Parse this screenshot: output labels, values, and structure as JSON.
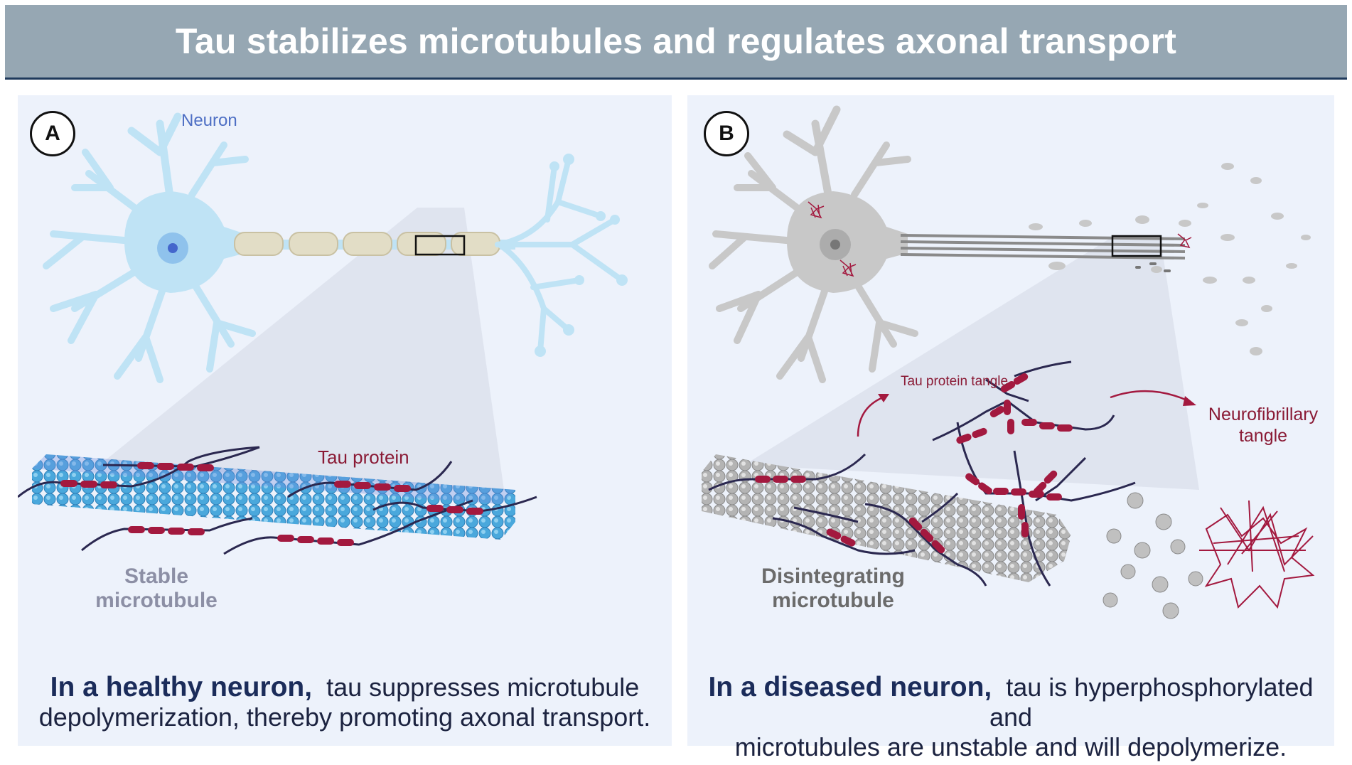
{
  "title": "Tau stabilizes microtubules and regulates axonal transport",
  "panel_a": {
    "badge": "A",
    "neuron_label": "Neuron",
    "tau_label": "Tau protein",
    "microtubule_label_line1": "Stable",
    "microtubule_label_line2": "microtubule",
    "caption_bold": "In a healthy neuron,",
    "caption_rest_line1": "tau suppresses microtubule",
    "caption_line2": "depolymerization, thereby promoting axonal transport."
  },
  "panel_b": {
    "badge": "B",
    "tangle_label": "Tau protein tangle",
    "nft_label_line1": "Neurofibrillary",
    "nft_label_line2": "tangle",
    "microtubule_label_line1": "Disintegrating",
    "microtubule_label_line2": "microtubule",
    "caption_bold": "In a diseased neuron,",
    "caption_rest_line1": "tau is hyperphosphorylated and",
    "caption_line2": "microtubules are unstable and will depolymerize."
  },
  "colors": {
    "title_bg": "#96a7b3",
    "title_border": "#1f3a5c",
    "panel_bg": "#edf2fb",
    "neuron_healthy": "#bfe3f5",
    "neuron_diseased": "#c8c8c8",
    "tau": "#a3193f",
    "tau_label": "#8a1a35",
    "neuron_label": "#4e6fc4",
    "stable_label": "#8c8fa5",
    "disintegrating_label": "#6b6b6b",
    "caption": "#1c2340"
  }
}
